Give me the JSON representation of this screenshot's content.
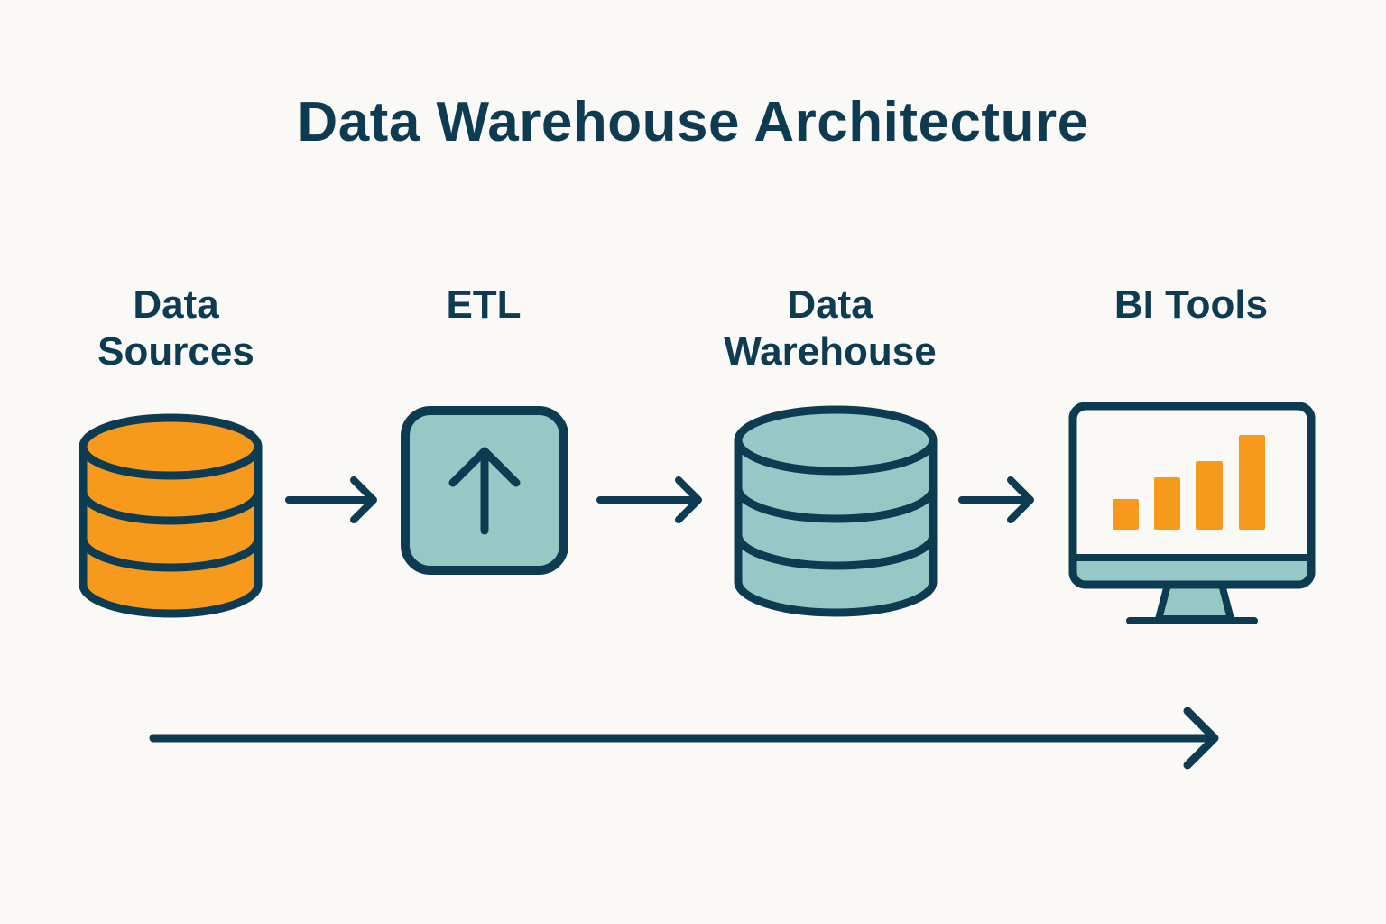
{
  "title": "Data Warehouse Architecture",
  "colors": {
    "stroke": "#0d3b52",
    "orange": "#f7991c",
    "teal": "#96c8c6",
    "background": "#faf9f5"
  },
  "stages": [
    {
      "id": "data-sources",
      "line1": "Data",
      "line2": "Sources",
      "icon": "database-icon"
    },
    {
      "id": "etl",
      "line1": "ETL",
      "line2": "",
      "icon": "upload-arrow-icon"
    },
    {
      "id": "data-warehouse",
      "line1": "Data",
      "line2": "Warehouse",
      "icon": "database-icon"
    },
    {
      "id": "bi-tools",
      "line1": "BI Tools",
      "line2": "",
      "icon": "monitor-chart-icon"
    }
  ],
  "flow": "left-to-right"
}
